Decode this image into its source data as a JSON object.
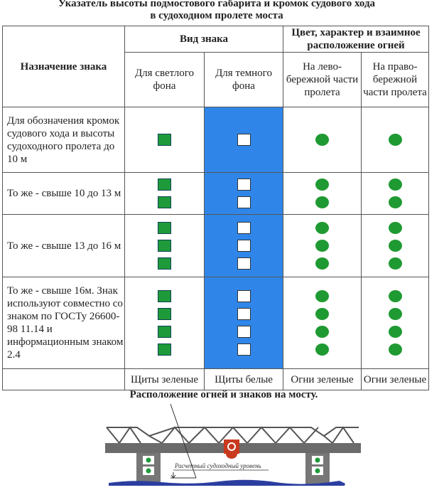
{
  "title_line1": "Указатель высоты подмостового габарита и кромок судового хода",
  "title_line2": "в судоходном пролете моста",
  "headers": {
    "purpose": "Назначение знака",
    "sign_type": "Вид знака",
    "lights": "Цвет, характер и взаимное расположение огней",
    "light_bg": "Для светлого фона",
    "dark_bg": "Для темного фона",
    "left_bank": "На лево-бережной части пролета",
    "right_bank": "На право-бережной части пролета"
  },
  "rows": [
    {
      "purpose": "Для обозначения кромок судового хода и высоты судоходного пролета до 10 м",
      "count": 1
    },
    {
      "purpose": "То же - свыше 10 до 13 м",
      "count": 2
    },
    {
      "purpose": "То же - свыше 13 до 16 м",
      "count": 3
    },
    {
      "purpose": "То же - свыше 16м. Знак используют совместно со знаком по ГОСТу 26600-98 11.14 и информационным знаком 2.4",
      "count": 4
    }
  ],
  "footer": {
    "light": "Щиты зеленые",
    "dark": "Щиты белые",
    "left": "Огни зеленые",
    "right": "Огни зеленые"
  },
  "bridge": {
    "caption": "Расположение огней и знаков на мосту.",
    "level_label": "Расчетный судоходный уровень"
  },
  "colors": {
    "green": "#1e9a3a",
    "blue": "#2f86e8",
    "red": "#c8391e"
  }
}
